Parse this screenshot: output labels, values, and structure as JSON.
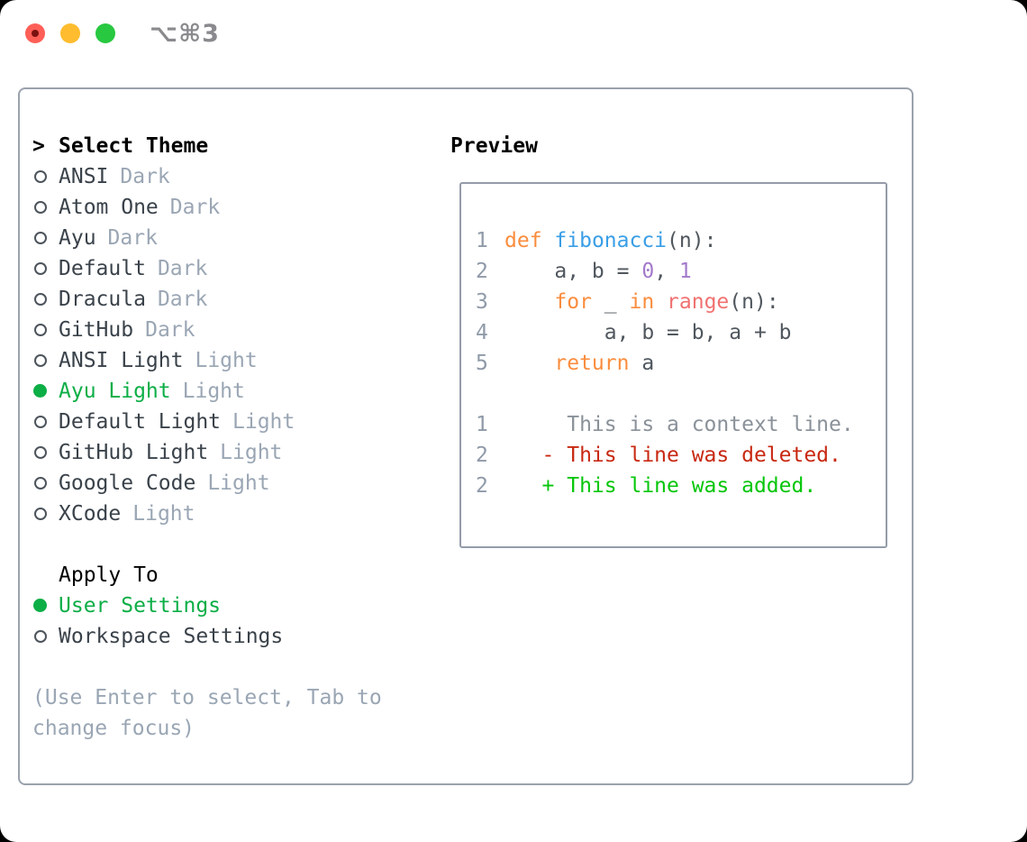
{
  "titlebar": {
    "shortcut": "⌥⌘3",
    "traffic_lights": [
      {
        "name": "close",
        "color": "#ff5f57",
        "inner_dot": "#7c1210"
      },
      {
        "name": "minimize",
        "color": "#febc2e"
      },
      {
        "name": "zoom",
        "color": "#28c840"
      }
    ]
  },
  "theme_panel": {
    "header": {
      "marker": ">",
      "label": "Select Theme"
    },
    "themes": [
      {
        "label": "ANSI",
        "tag": "Dark",
        "selected": false
      },
      {
        "label": "Atom One",
        "tag": "Dark",
        "selected": false
      },
      {
        "label": "Ayu",
        "tag": "Dark",
        "selected": false
      },
      {
        "label": "Default",
        "tag": "Dark",
        "selected": false
      },
      {
        "label": "Dracula",
        "tag": "Dark",
        "selected": false
      },
      {
        "label": "GitHub",
        "tag": "Dark",
        "selected": false
      },
      {
        "label": "ANSI Light",
        "tag": "Light",
        "selected": false
      },
      {
        "label": "Ayu Light",
        "tag": "Light",
        "selected": true
      },
      {
        "label": "Default Light",
        "tag": "Light",
        "selected": false
      },
      {
        "label": "GitHub Light",
        "tag": "Light",
        "selected": false
      },
      {
        "label": "Google Code",
        "tag": "Light",
        "selected": false
      },
      {
        "label": "XCode",
        "tag": "Light",
        "selected": false
      }
    ],
    "apply_to": {
      "header": "Apply To",
      "options": [
        {
          "label": "User Settings",
          "selected": true
        },
        {
          "label": "Workspace Settings",
          "selected": false
        }
      ]
    },
    "help": [
      "(Use Enter to select, Tab to",
      "change focus)"
    ]
  },
  "preview": {
    "header": "Preview",
    "lines": [
      {
        "num": "1",
        "segments": [
          {
            "text": "def",
            "color": "keyword"
          },
          {
            "text": " ",
            "color": "fg"
          },
          {
            "text": "fibonacci",
            "color": "function"
          },
          {
            "text": "(n):",
            "color": "fg"
          }
        ]
      },
      {
        "num": "2",
        "segments": [
          {
            "text": "    a, b = ",
            "color": "fg"
          },
          {
            "text": "0",
            "color": "number"
          },
          {
            "text": ", ",
            "color": "fg"
          },
          {
            "text": "1",
            "color": "number"
          }
        ]
      },
      {
        "num": "3",
        "segments": [
          {
            "text": "    ",
            "color": "fg"
          },
          {
            "text": "for",
            "color": "keyword"
          },
          {
            "text": " _ ",
            "color": "fg"
          },
          {
            "text": "in",
            "color": "keyword"
          },
          {
            "text": " ",
            "color": "fg"
          },
          {
            "text": "range",
            "color": "builtin"
          },
          {
            "text": "(n):",
            "color": "fg"
          }
        ]
      },
      {
        "num": "4",
        "segments": [
          {
            "text": "        a, b = b, a + b",
            "color": "fg"
          }
        ]
      },
      {
        "num": "5",
        "segments": [
          {
            "text": "    ",
            "color": "fg"
          },
          {
            "text": "return",
            "color": "keyword"
          },
          {
            "text": " a",
            "color": "fg"
          }
        ]
      },
      {
        "num": "",
        "segments": []
      },
      {
        "num": "1",
        "segments": [
          {
            "text": "     This is a context line.",
            "color": "context"
          }
        ]
      },
      {
        "num": "2",
        "segments": [
          {
            "text": "   - This line was deleted.",
            "color": "deleted"
          }
        ]
      },
      {
        "num": "2",
        "segments": [
          {
            "text": "   + This line was added.",
            "color": "added"
          }
        ]
      }
    ]
  },
  "colors": {
    "keyword": "#fa8d3e",
    "function": "#399ee6",
    "builtin": "#f07171",
    "number": "#a37acc",
    "fg": "#50575e",
    "context": "#8a9199",
    "deleted": "#c82812",
    "added": "#05c60a",
    "line_number": "#8f9aa8",
    "selected_green": "#0cae46",
    "text_dark": "#3a424a",
    "muted": "#9aa6b4",
    "circle_outline": "#4d545c"
  }
}
